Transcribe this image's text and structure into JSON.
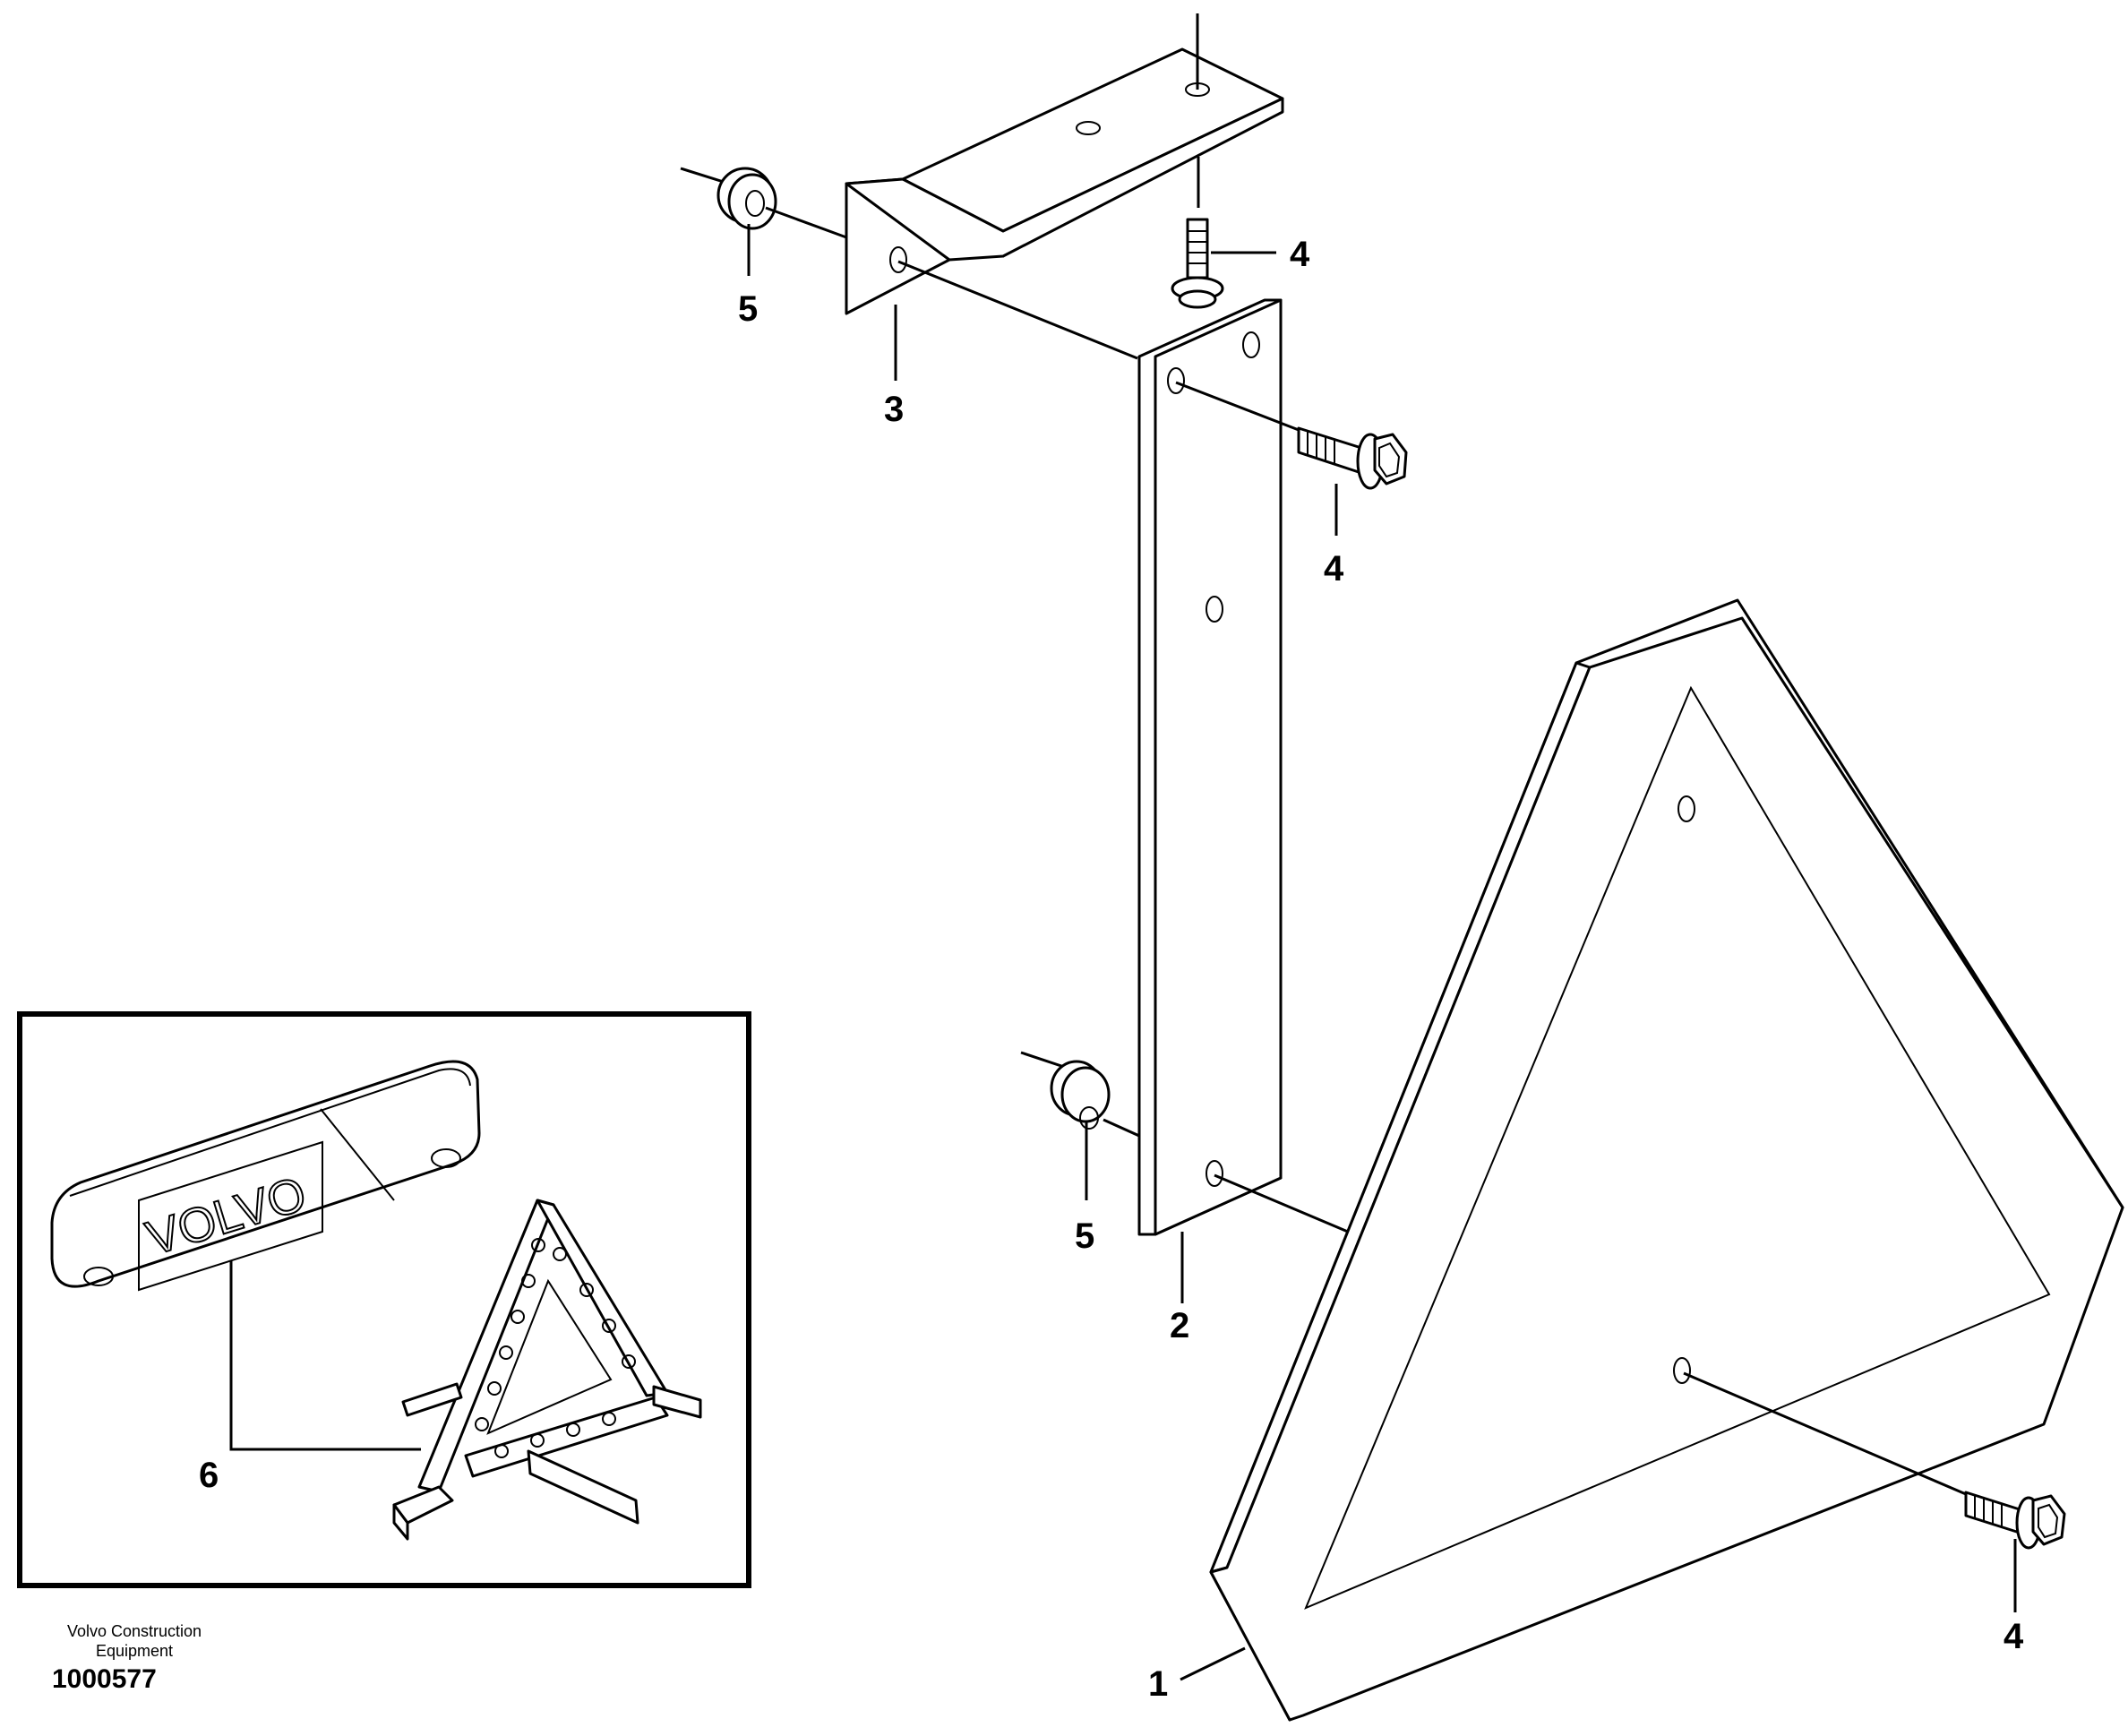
{
  "diagram": {
    "callouts": {
      "part_1": "1",
      "part_2": "2",
      "part_3": "3",
      "part_4a": "4",
      "part_4b": "4",
      "part_4c": "4",
      "part_5a": "5",
      "part_5b": "5",
      "part_6": "6"
    },
    "inset_logo_text": "VOLVO"
  },
  "footer": {
    "credit_line_1": "Volvo Construction",
    "credit_line_2": "Equipment",
    "document_number": "1000577"
  }
}
